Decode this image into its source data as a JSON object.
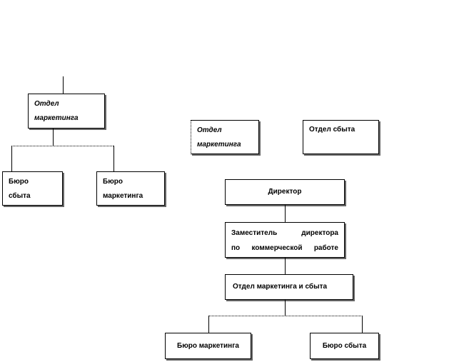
{
  "left_chart": {
    "head": {
      "line1": "Отдел",
      "line2": "маркетинга"
    },
    "child_left": {
      "line1": "Бюро",
      "line2": "сбыта"
    },
    "child_right": {
      "line1": "Бюро",
      "line2": "маркетинга"
    }
  },
  "middle": {
    "marketing": {
      "line1": "Отдел",
      "line2": "маркетинга"
    },
    "sales": "Отдел сбыта"
  },
  "right_chart": {
    "director": "Директор",
    "deputy": {
      "line1": "Заместитель директора",
      "line2": "по коммерческой работе"
    },
    "dept": "Отдел маркетинга и сбыта",
    "child_left": "Бюро маркетинга",
    "child_right": "Бюро сбыта"
  }
}
